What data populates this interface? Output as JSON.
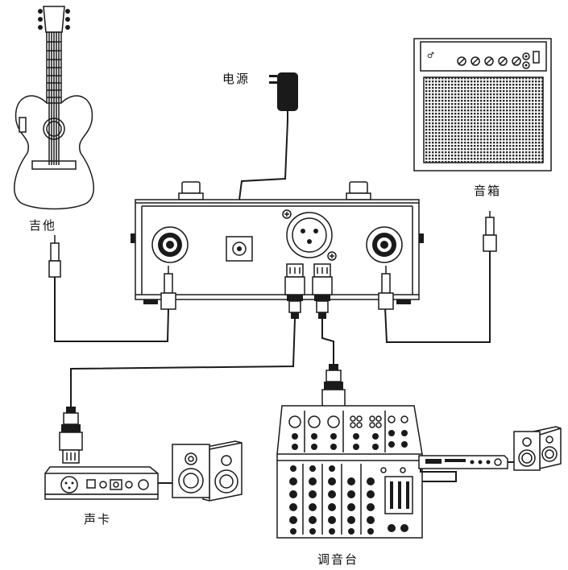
{
  "labels": {
    "power": "电源",
    "guitar": "吉他",
    "amp": "音箱",
    "sound_card": "声卡",
    "mixer": "调音台"
  },
  "colors": {
    "line": "#1a1a1a",
    "background": "#ffffff",
    "grille": "#2a2a2a"
  }
}
